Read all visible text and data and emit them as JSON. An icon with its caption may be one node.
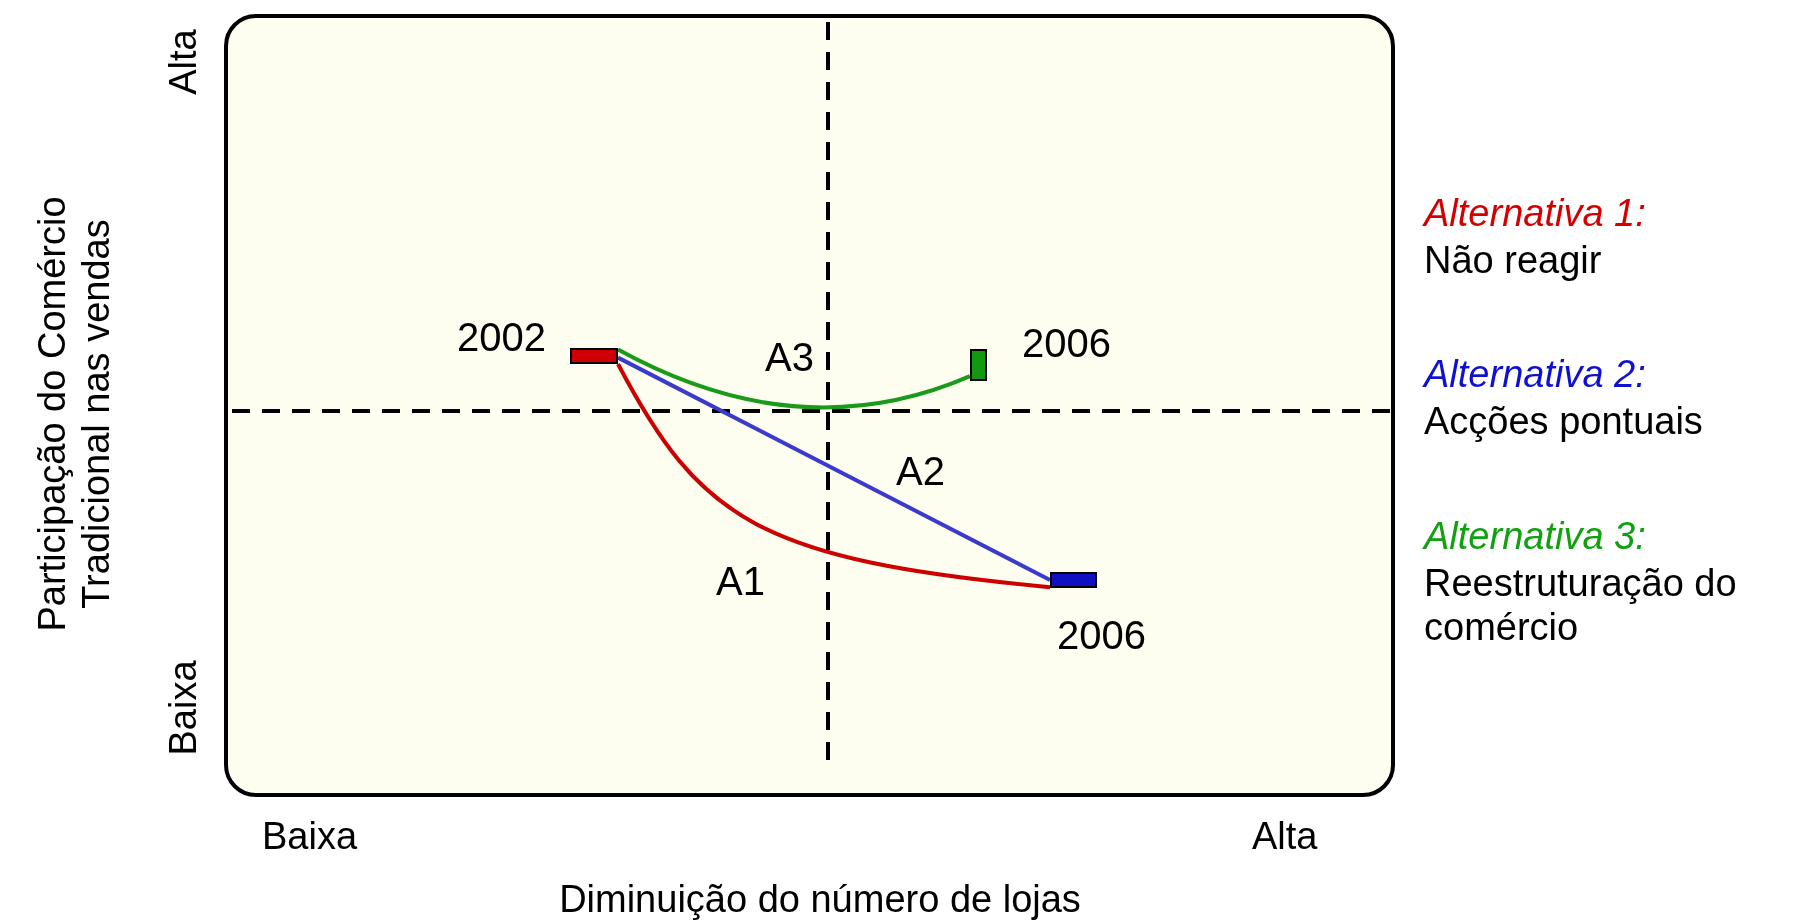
{
  "diagram": {
    "nodes": [
      {
        "text": [],
        "shape": "bar",
        "beside": [
          "2002"
        ]
      },
      {
        "text": [],
        "shape": "bar",
        "beside": [
          "2006"
        ]
      },
      {
        "text": [],
        "shape": "bar",
        "beside": [
          "2006"
        ]
      }
    ],
    "edges": [
      {
        "from": 0,
        "to": 2,
        "arrow": "none",
        "label": "A1",
        "color": "#cc0000"
      },
      {
        "from": 0,
        "to": 2,
        "arrow": "none",
        "label": "A2",
        "color": "#3a3acc"
      },
      {
        "from": 0,
        "to": 1,
        "arrow": "none",
        "label": "A3",
        "color": "#1a9a1a"
      }
    ],
    "labels": [
      "Alta",
      "Participação do Comércio Tradicional nas vendas",
      "Baixa",
      "Alternativa 1:",
      "Não reagir",
      "Alternativa 2:",
      "Acções pontuais",
      "Alternativa 3:",
      "Reestruturação do comércio",
      "Baixa",
      "Alta",
      "Diminuição do número de lojas"
    ]
  }
}
